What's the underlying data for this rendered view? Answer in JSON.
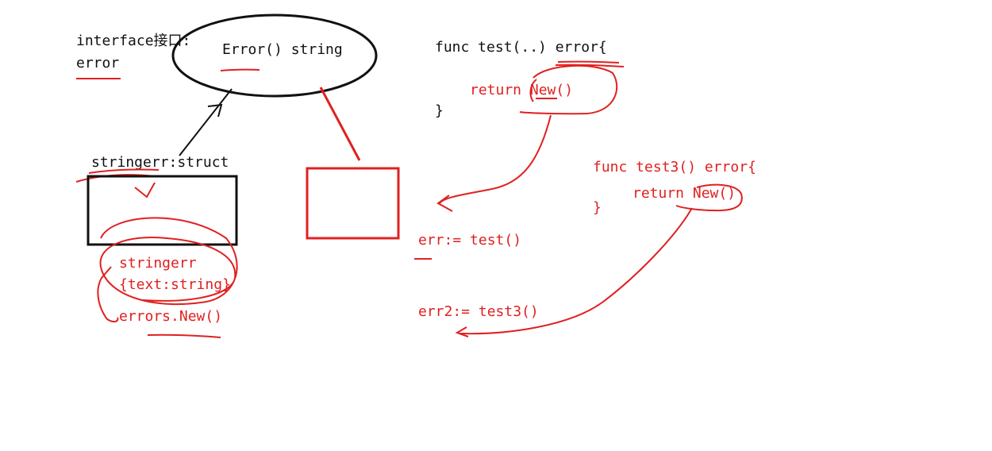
{
  "colors": {
    "ink": "#111111",
    "red": "#e02020"
  },
  "labels": {
    "interface": "interface接口:",
    "error": "error",
    "error_method": "Error() string",
    "stringerr_struct": "stringerr:struct",
    "stringerr": "stringerr",
    "text_field": "{text:string}",
    "errors_new": "errors.New()",
    "func_test": "func test(..) error{",
    "return_new": "return New()",
    "close_brace": "}",
    "func_test3": "func test3() error{",
    "return_new2": "return New()",
    "close_brace2": "}",
    "err_assign": "err:= test()",
    "err2_assign": "err2:= test3()"
  }
}
